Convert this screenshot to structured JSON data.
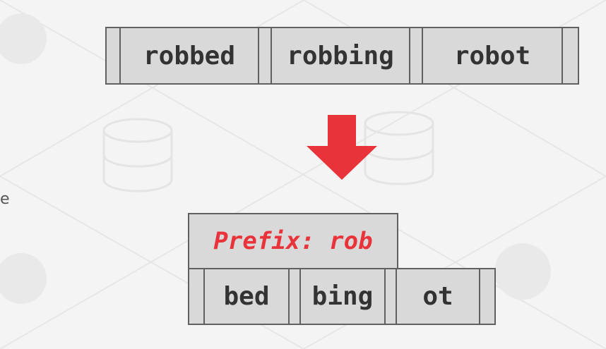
{
  "top_node": {
    "keys": [
      "robbed",
      "robbing",
      "robot"
    ]
  },
  "compressed_node": {
    "prefix_label": "Prefix: rob",
    "suffixes": [
      "bed",
      "bing",
      "ot"
    ]
  },
  "edge_fragment": "e",
  "colors": {
    "arrow": "#e8333a",
    "prefix_text": "#e8333a",
    "cell_fill": "#d9d9d9",
    "cell_border": "#606060"
  },
  "icons": [
    "arrow-down-icon"
  ]
}
